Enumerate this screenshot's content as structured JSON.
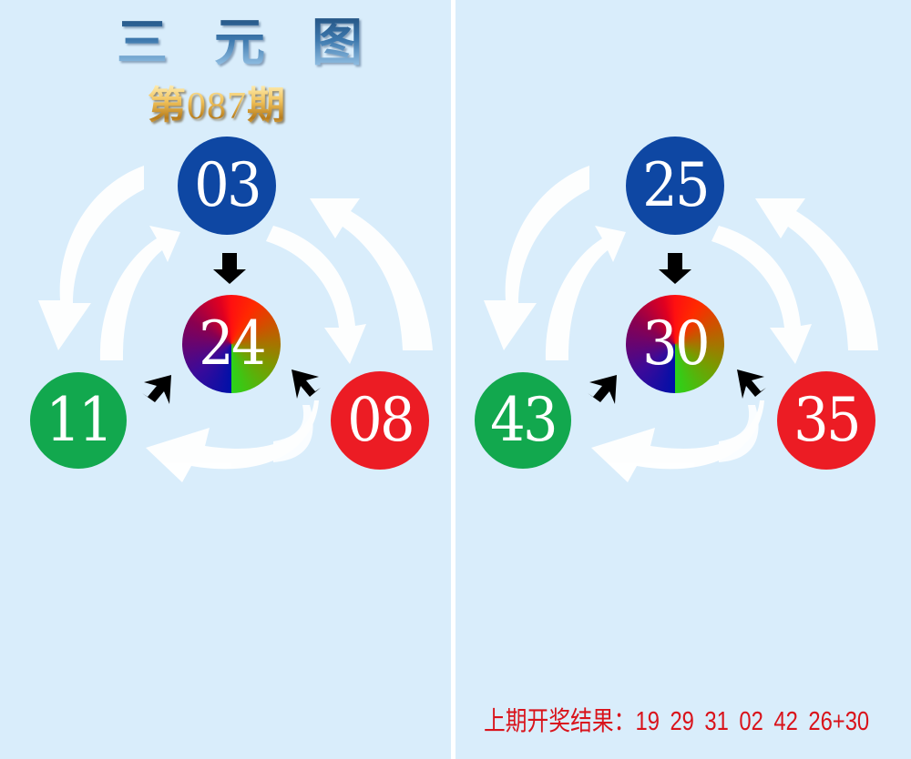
{
  "header": {
    "title_chars": [
      "三",
      "元",
      "图"
    ],
    "issue_prefix": "第",
    "issue_number": "087",
    "issue_suffix": "期"
  },
  "panels": [
    {
      "id": "left",
      "top": {
        "value": "03",
        "color": "#0e47a3"
      },
      "center": {
        "value": "24",
        "style": "multicolor"
      },
      "bottom_left": {
        "value": "11",
        "color": "#12a84e"
      },
      "bottom_right": {
        "value": "08",
        "color": "#ec1c24"
      }
    },
    {
      "id": "right",
      "top": {
        "value": "25",
        "color": "#0e47a3"
      },
      "center": {
        "value": "30",
        "style": "multicolor"
      },
      "bottom_left": {
        "value": "43",
        "color": "#12a84e"
      },
      "bottom_right": {
        "value": "35",
        "color": "#ec1c24"
      }
    }
  ],
  "footer": {
    "label": "上期开奖结果：",
    "numbers": "19 29 31 02 42 26+30"
  },
  "colors": {
    "background": "#d9edfb",
    "divider": "#ffffff",
    "result_text": "#d9131b"
  },
  "icons": {
    "cycle_arrows": "white curved cycle arrows",
    "pointer_arrows": "black arrows pointing to center ball"
  }
}
